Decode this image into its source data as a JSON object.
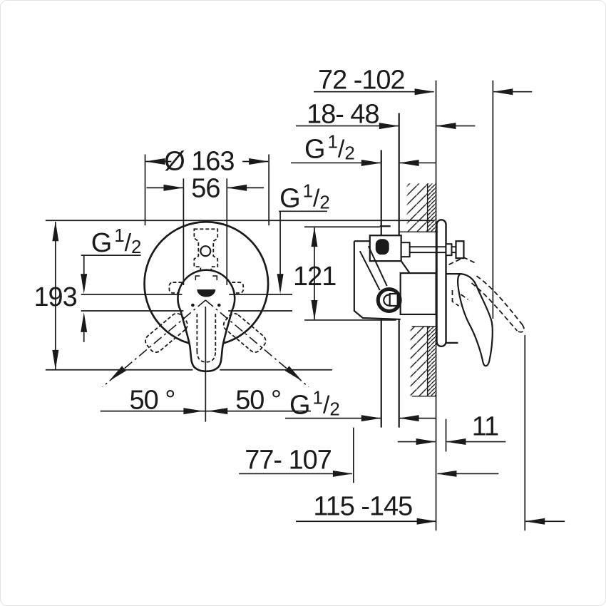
{
  "colors": {
    "ink": "#1a1a1a",
    "paper": "#ffffff",
    "frame": "#e4e4e4"
  },
  "labels": {
    "diameter": "Ø 163",
    "handle_width": "56",
    "overall_height": "193",
    "port_distance": "121",
    "angle_left": "50 °",
    "angle_right": "50 °",
    "rough_in_depth": "72 -102",
    "wall_thickness_range": "18- 48",
    "plate_offset": "11",
    "body_depth_range": "77- 107",
    "overall_depth_range": "115 -145",
    "thread": {
      "g": "G",
      "sup": "1",
      "slash": "/",
      "sub": "2"
    }
  }
}
